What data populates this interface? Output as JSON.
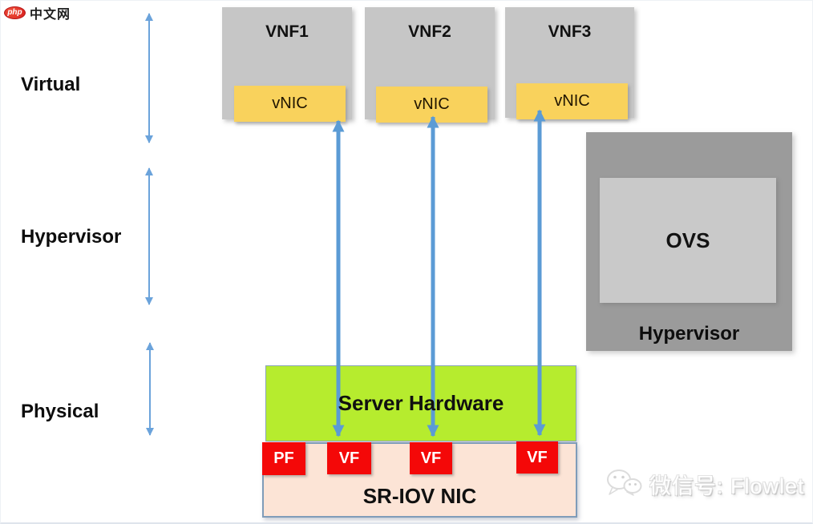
{
  "logo": {
    "badge": "php",
    "text": "中文网"
  },
  "layers": [
    {
      "label": "Virtual"
    },
    {
      "label": "Hypervisor"
    },
    {
      "label": "Physical"
    }
  ],
  "vnfs": [
    {
      "name": "VNF1",
      "nic": "vNIC"
    },
    {
      "name": "VNF2",
      "nic": "vNIC"
    },
    {
      "name": "VNF3",
      "nic": "vNIC"
    }
  ],
  "hypervisor_box": {
    "title": "Hypervisor",
    "inner": "OVS"
  },
  "server_hardware": {
    "label": "Server Hardware"
  },
  "sriov_nic": {
    "label": "SR-IOV NIC",
    "ports": [
      "PF",
      "VF",
      "VF",
      "VF"
    ]
  },
  "watermark": {
    "icon": "wechat-icon",
    "text": "微信号: Flowlet"
  },
  "colors": {
    "vnf_gray": "#c6c6c6",
    "vnic_yellow": "#f9d25c",
    "hypervisor_gray": "#9b9b9b",
    "ovs_gray": "#c9c9c9",
    "server_green": "#b6ec2e",
    "nic_peach": "#fce4d6",
    "nic_border_blue": "#7f9cb9",
    "function_red": "#f40808",
    "arrow_blue": "#5b9bd5",
    "logo_red": "#d61e1e"
  }
}
